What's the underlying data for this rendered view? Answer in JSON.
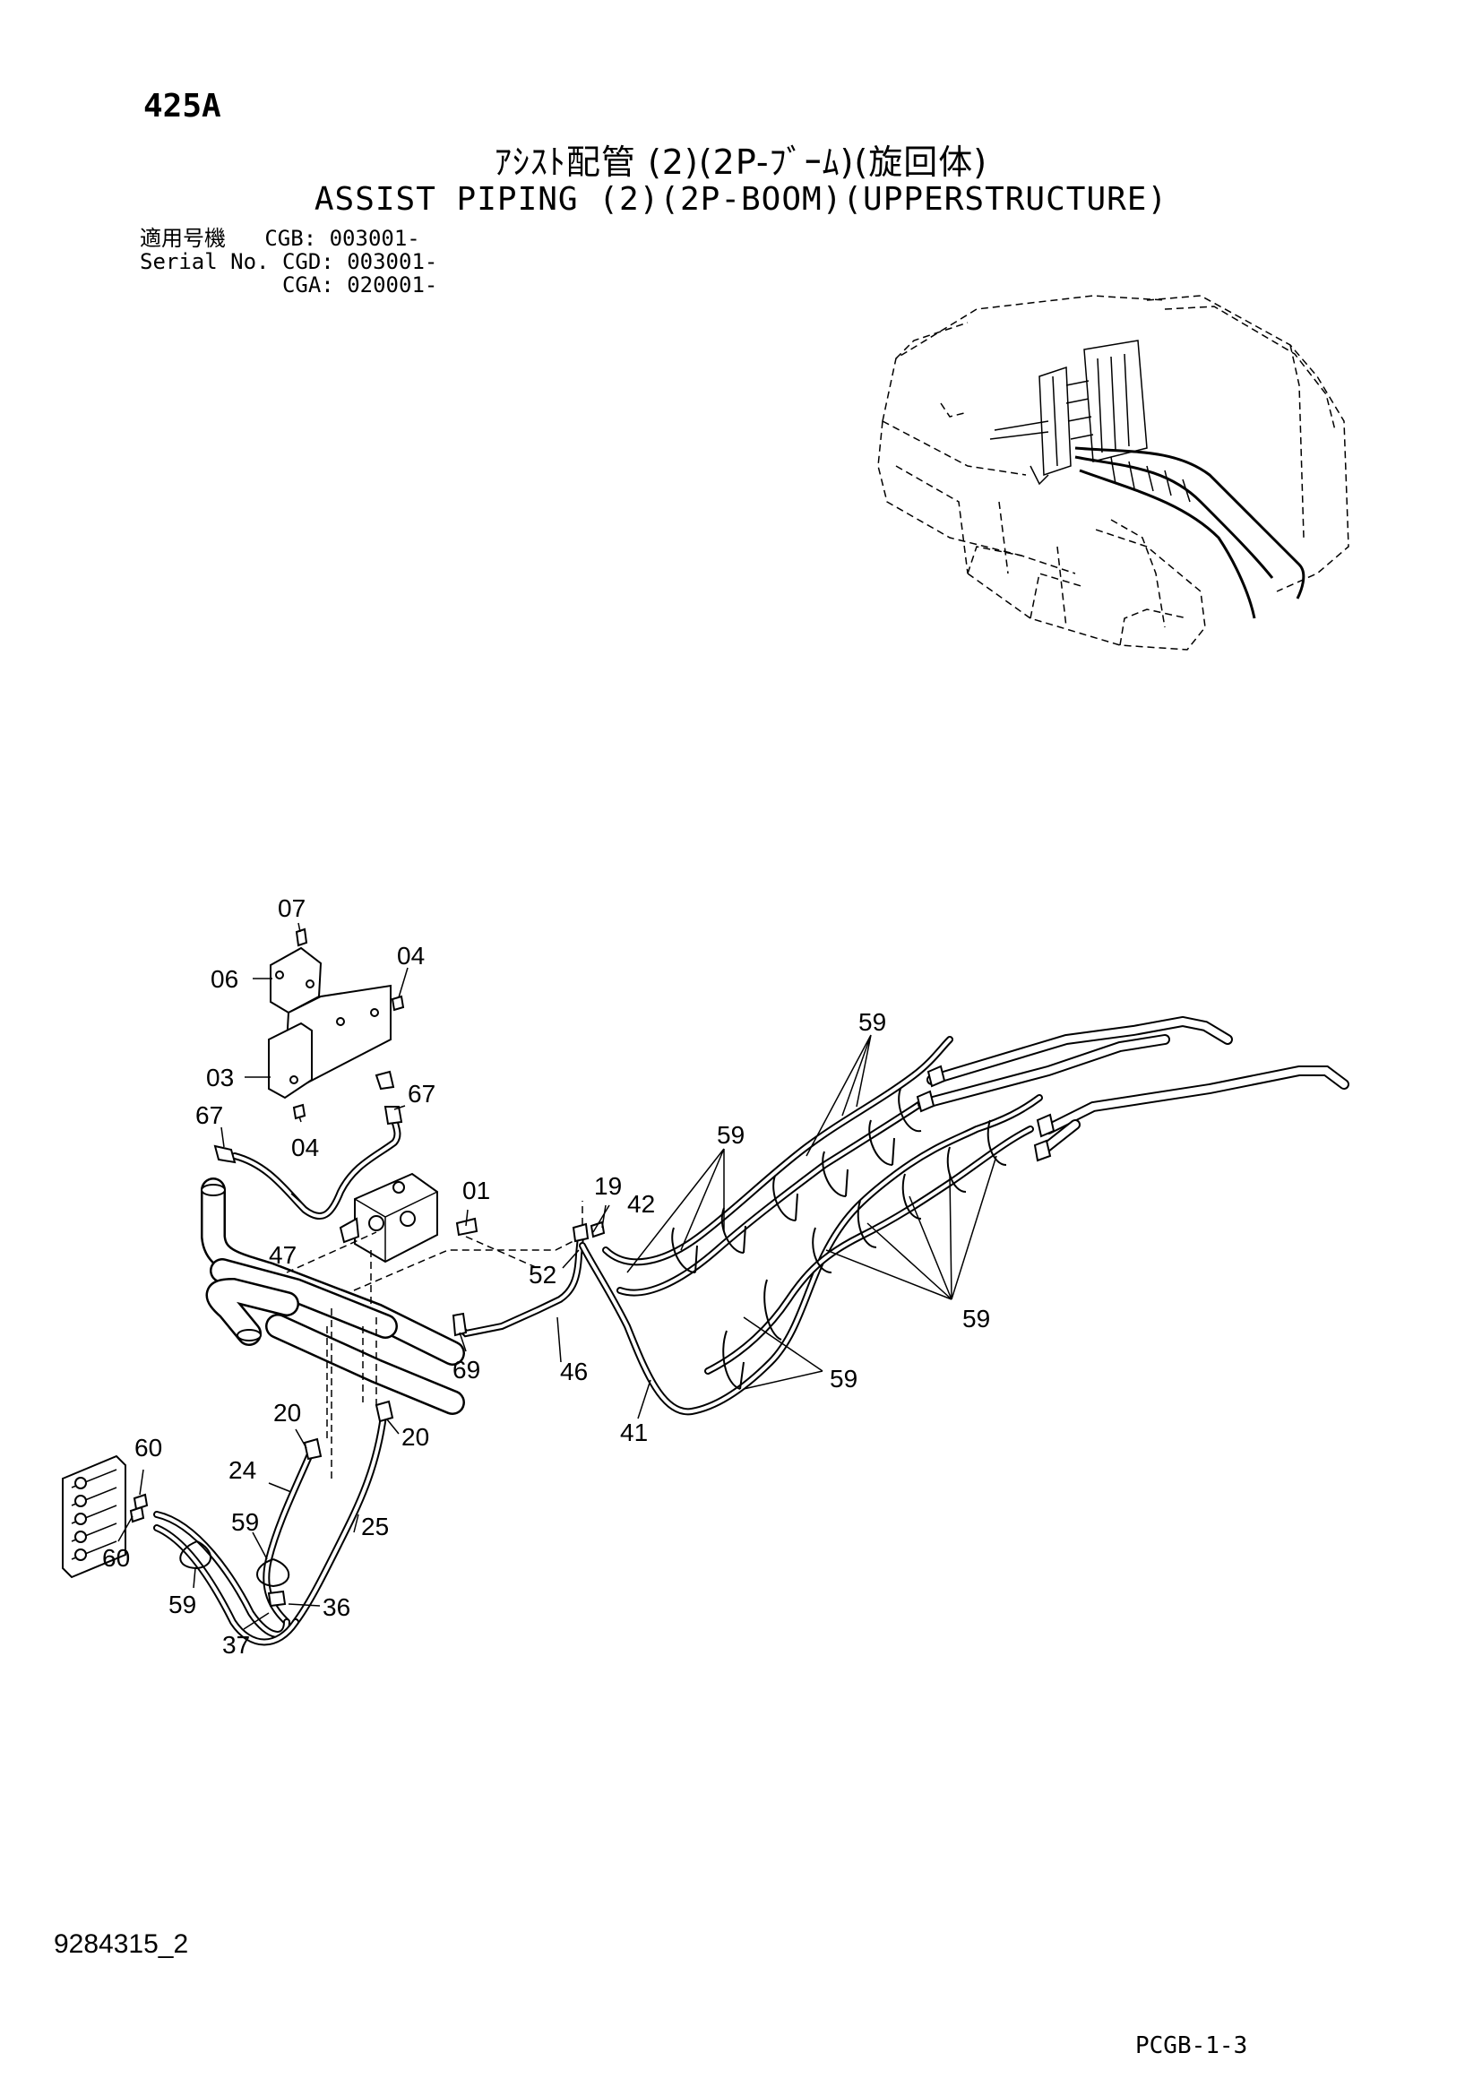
{
  "header": {
    "page_code": "425A",
    "title_jp": "ｱｼｽﾄ配管 (2)(2P-ﾌﾞｰﾑ)(旋回体)",
    "title_en": "ASSIST PIPING (2)(2P-BOOM)(UPPERSTRUCTURE)"
  },
  "serial": {
    "label_jp": "適用号機",
    "label_en": "Serial No.",
    "entries": [
      "CGB: 003001-",
      "CGD: 003001-",
      "CGA: 020001-"
    ]
  },
  "callouts": {
    "c07": "07",
    "c06": "06",
    "c04a": "04",
    "c03": "03",
    "c67a": "67",
    "c67b": "67",
    "c04b": "04",
    "c01": "01",
    "c19": "19",
    "c42": "42",
    "c52": "52",
    "c47": "47",
    "c69": "69",
    "c46": "46",
    "c41": "41",
    "c59a": "59",
    "c59b": "59",
    "c59c": "59",
    "c59d": "59",
    "c59e": "59",
    "c59f": "59",
    "c20a": "20",
    "c20b": "20",
    "c60a": "60",
    "c60b": "60",
    "c24": "24",
    "c25": "25",
    "c36": "36",
    "c37": "37"
  },
  "footer": {
    "doc_number": "9284315_2",
    "page_ref": "PCGB-1-3"
  }
}
